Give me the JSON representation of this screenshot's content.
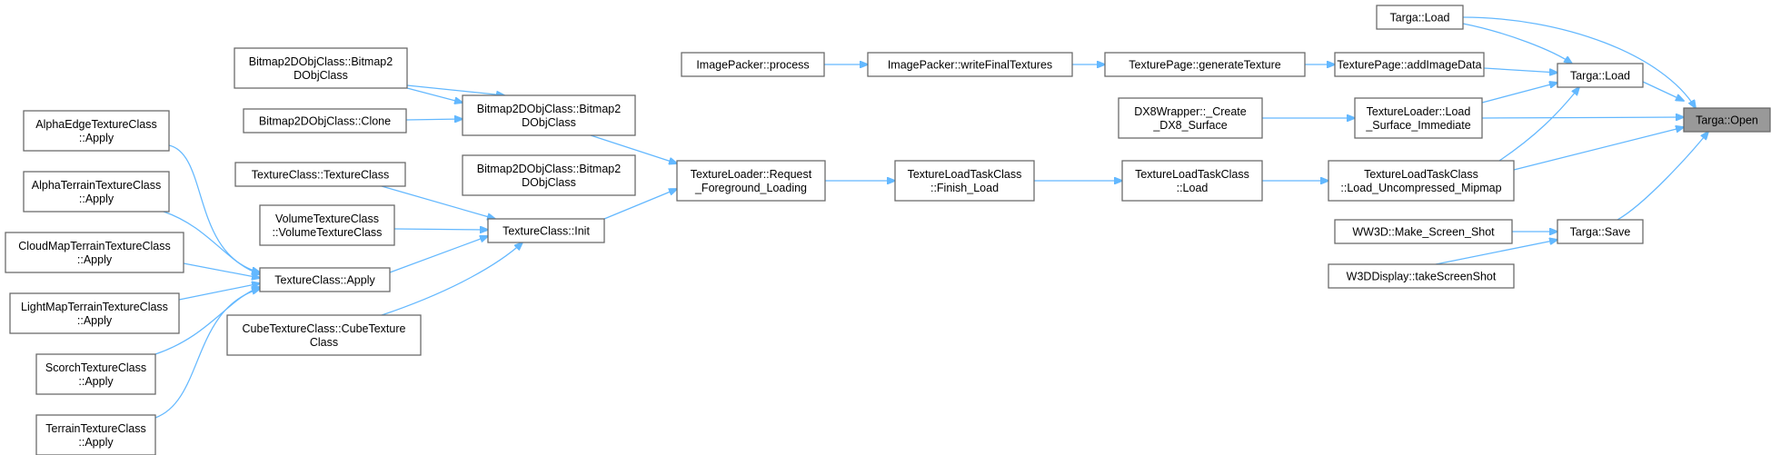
{
  "diagram": {
    "nodes": [
      {
        "id": "targa_open",
        "lines": [
          "Targa::Open"
        ],
        "highlight": true
      },
      {
        "id": "targa_load_top",
        "lines": [
          "Targa::Load"
        ]
      },
      {
        "id": "targa_load",
        "lines": [
          "Targa::Load"
        ]
      },
      {
        "id": "texturepage_add",
        "lines": [
          "TexturePage::addImageData"
        ]
      },
      {
        "id": "texturepage_gen",
        "lines": [
          "TexturePage::generateTexture"
        ]
      },
      {
        "id": "imagepacker_write",
        "lines": [
          "ImagePacker::writeFinalTextures"
        ]
      },
      {
        "id": "imagepacker_process",
        "lines": [
          "ImagePacker::process"
        ]
      },
      {
        "id": "dx8_create",
        "lines": [
          "DX8Wrapper::_Create",
          "_DX8_Surface"
        ]
      },
      {
        "id": "tl_load_surface",
        "lines": [
          "TextureLoader::Load",
          "_Surface_Immediate"
        ]
      },
      {
        "id": "tltc_load_uncomp",
        "lines": [
          "TextureLoadTaskClass",
          "::Load_Uncompressed_Mipmap"
        ]
      },
      {
        "id": "tltc_load",
        "lines": [
          "TextureLoadTaskClass",
          "::Load"
        ]
      },
      {
        "id": "tltc_finish",
        "lines": [
          "TextureLoadTaskClass",
          "::Finish_Load"
        ]
      },
      {
        "id": "tl_request",
        "lines": [
          "TextureLoader::Request",
          "_Foreground_Loading"
        ]
      },
      {
        "id": "b2d_ctor_a",
        "lines": [
          "Bitmap2DObjClass::Bitmap2",
          "DObjClass"
        ]
      },
      {
        "id": "b2d_clone",
        "lines": [
          "Bitmap2DObjClass::Clone"
        ]
      },
      {
        "id": "b2d_ctor_b",
        "lines": [
          "Bitmap2DObjClass::Bitmap2",
          "DObjClass"
        ]
      },
      {
        "id": "b2d_ctor_c",
        "lines": [
          "Bitmap2DObjClass::Bitmap2",
          "DObjClass"
        ]
      },
      {
        "id": "texclass_init",
        "lines": [
          "TextureClass::Init"
        ]
      },
      {
        "id": "texclass_ctor",
        "lines": [
          "TextureClass::TextureClass"
        ]
      },
      {
        "id": "volume_ctor",
        "lines": [
          "VolumeTextureClass",
          "::VolumeTextureClass"
        ]
      },
      {
        "id": "cube_ctor",
        "lines": [
          "CubeTextureClass::CubeTexture",
          "Class"
        ]
      },
      {
        "id": "texclass_apply",
        "lines": [
          "TextureClass::Apply"
        ]
      },
      {
        "id": "alphaedge_apply",
        "lines": [
          "AlphaEdgeTextureClass",
          "::Apply"
        ]
      },
      {
        "id": "alphaterrain_apply",
        "lines": [
          "AlphaTerrainTextureClass",
          "::Apply"
        ]
      },
      {
        "id": "cloudmap_apply",
        "lines": [
          "CloudMapTerrainTextureClass",
          "::Apply"
        ]
      },
      {
        "id": "lightmap_apply",
        "lines": [
          "LightMapTerrainTextureClass",
          "::Apply"
        ]
      },
      {
        "id": "scorch_apply",
        "lines": [
          "ScorchTextureClass",
          "::Apply"
        ]
      },
      {
        "id": "terrain_apply",
        "lines": [
          "TerrainTextureClass",
          "::Apply"
        ]
      },
      {
        "id": "targa_save",
        "lines": [
          "Targa::Save"
        ]
      },
      {
        "id": "ww3d_screenshot",
        "lines": [
          "WW3D::Make_Screen_Shot"
        ]
      },
      {
        "id": "w3d_display",
        "lines": [
          "W3DDisplay::takeScreenShot"
        ]
      }
    ],
    "edges": [
      {
        "from": "targa_load_top",
        "to": "targa_open"
      },
      {
        "from": "targa_load_top",
        "to": "targa_load"
      },
      {
        "from": "targa_load",
        "to": "targa_open"
      },
      {
        "from": "tl_load_surface",
        "to": "targa_open"
      },
      {
        "from": "tltc_load_uncomp",
        "to": "targa_open"
      },
      {
        "from": "targa_save",
        "to": "targa_open"
      },
      {
        "from": "texturepage_add",
        "to": "targa_load"
      },
      {
        "from": "tl_load_surface",
        "to": "targa_load"
      },
      {
        "from": "tltc_load_uncomp",
        "to": "targa_load"
      },
      {
        "from": "texturepage_gen",
        "to": "texturepage_add"
      },
      {
        "from": "imagepacker_write",
        "to": "texturepage_gen"
      },
      {
        "from": "imagepacker_process",
        "to": "imagepacker_write"
      },
      {
        "from": "dx8_create",
        "to": "tl_load_surface"
      },
      {
        "from": "tltc_load",
        "to": "tltc_load_uncomp"
      },
      {
        "from": "tltc_finish",
        "to": "tltc_load"
      },
      {
        "from": "tl_request",
        "to": "tltc_finish"
      },
      {
        "from": "b2d_ctor_c",
        "to": "b2d_ctor_b"
      },
      {
        "from": "b2d_clone",
        "to": "b2d_ctor_b"
      },
      {
        "from": "b2d_ctor_b",
        "to": "tl_request"
      },
      {
        "from": "b2d_ctor_a",
        "to": "tl_request"
      },
      {
        "from": "texclass_init",
        "to": "tl_request"
      },
      {
        "from": "texclass_ctor",
        "to": "texclass_init"
      },
      {
        "from": "volume_ctor",
        "to": "texclass_init"
      },
      {
        "from": "texclass_apply",
        "to": "texclass_init"
      },
      {
        "from": "cube_ctor",
        "to": "texclass_init"
      },
      {
        "from": "alphaedge_apply",
        "to": "texclass_apply"
      },
      {
        "from": "alphaterrain_apply",
        "to": "texclass_apply"
      },
      {
        "from": "cloudmap_apply",
        "to": "texclass_apply"
      },
      {
        "from": "lightmap_apply",
        "to": "texclass_apply"
      },
      {
        "from": "scorch_apply",
        "to": "texclass_apply"
      },
      {
        "from": "terrain_apply",
        "to": "texclass_apply"
      },
      {
        "from": "ww3d_screenshot",
        "to": "targa_save"
      },
      {
        "from": "w3d_display",
        "to": "targa_save"
      }
    ]
  },
  "colors": {
    "edge": "#63b8ff",
    "node_border": "#666666",
    "node_fill": "#ffffff",
    "highlight_fill": "#999999",
    "text": "#000000"
  }
}
